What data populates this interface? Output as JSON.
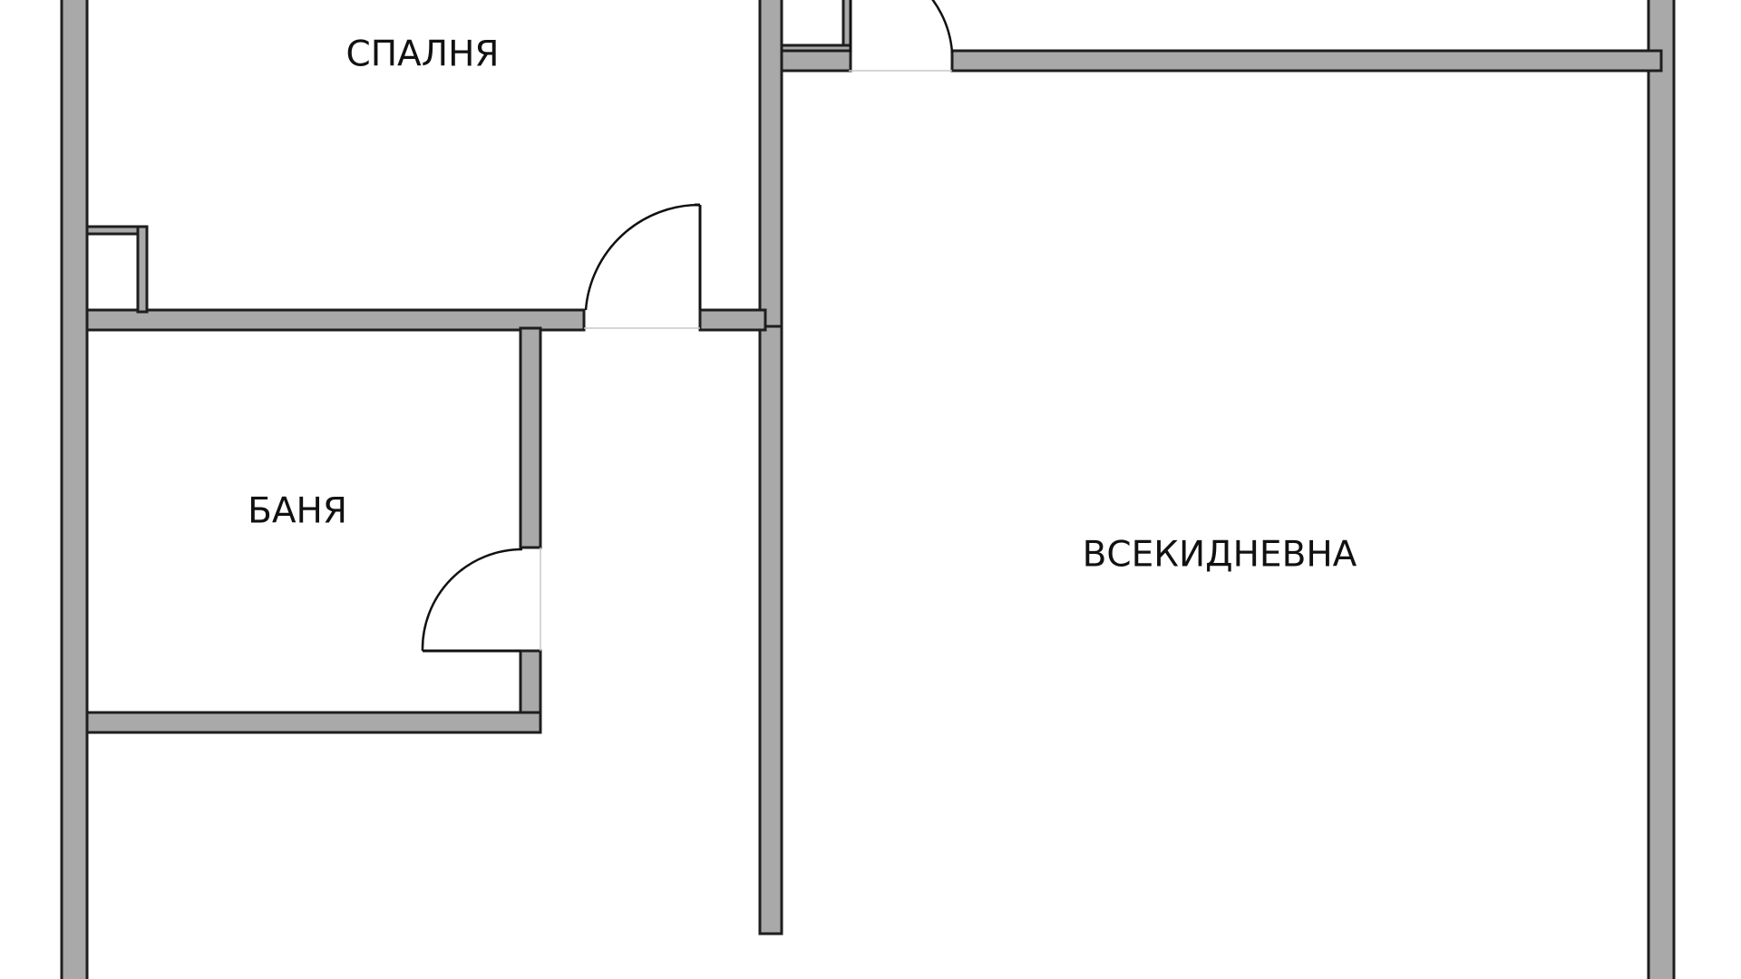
{
  "floor_plan": {
    "rooms": [
      {
        "id": "bedroom",
        "label": "СПАЛНЯ"
      },
      {
        "id": "bathroom",
        "label": "БАНЯ"
      },
      {
        "id": "living-room",
        "label": "ВСЕКИДНЕВНА"
      }
    ],
    "colors": {
      "wall_fill": "#a9a9a9",
      "wall_outline": "#1e1e1e",
      "door_line": "#111111",
      "threshold_line": "#c9c9c9",
      "background": "#ffffff"
    }
  }
}
